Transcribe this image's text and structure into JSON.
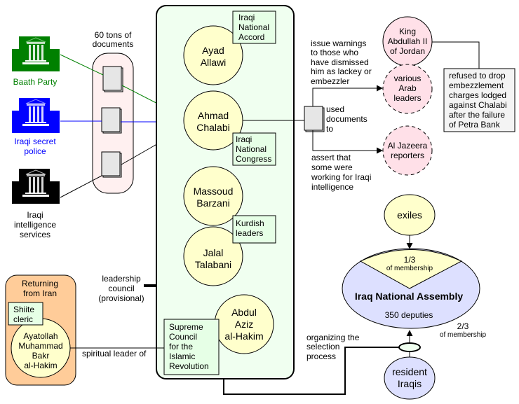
{
  "sources": {
    "documents_label": [
      "60 tons of",
      "documents"
    ],
    "baath": {
      "label": "Baath Party",
      "color": "#008000"
    },
    "secret_police": {
      "label": [
        "Iraqi secret",
        "police"
      ],
      "color": "#0000ff"
    },
    "intelligence": {
      "label": [
        "Iraqi",
        "intelligence",
        "services"
      ],
      "color": "#000000"
    }
  },
  "council": {
    "label": [
      "leadership",
      "council",
      "(provisional)"
    ],
    "members": {
      "allawi": {
        "name": [
          "Ayad",
          "Allawi"
        ],
        "org": [
          "Iraqi",
          "National",
          "Accord"
        ]
      },
      "chalabi": {
        "name": [
          "Ahmad",
          "Chalabi"
        ],
        "org": [
          "Iraqi",
          "National",
          "Congress"
        ]
      },
      "barzani": {
        "name": [
          "Massoud",
          "Barzani"
        ]
      },
      "talabani": {
        "name": [
          "Jalal",
          "Talabani"
        ]
      },
      "kurdish_org": [
        "Kurdish",
        "leaders"
      ],
      "hakim": {
        "name": [
          "Abdul",
          "Aziz",
          "al-Hakim"
        ],
        "org": [
          "Supreme",
          "Council",
          "for the",
          "Islamic",
          "Revolution"
        ]
      }
    }
  },
  "iran": {
    "title": [
      "Returning",
      "from Iran"
    ],
    "role": [
      "Shiite",
      "cleric"
    ],
    "name": [
      "Ayatollah",
      "Muhammad",
      "Bakr",
      "al-Hakim"
    ],
    "relation": "spiritual leader of"
  },
  "chalabi_actions": {
    "used_label": [
      "used",
      "documents",
      "to"
    ],
    "warn_label": [
      "issue warnings",
      "to those who",
      "have dismissed",
      "him as lackey or",
      "embezzler"
    ],
    "assert_label": [
      "assert that",
      "some were",
      "working for Iraqi",
      "intelligence"
    ],
    "targets": {
      "king": [
        "King",
        "Abdullah II",
        "of Jordan"
      ],
      "arab": [
        "various",
        "Arab",
        "leaders"
      ],
      "jazeera": [
        "Al Jazeera",
        "reporters"
      ]
    },
    "king_note": [
      "refused to drop",
      "embezzlement",
      "charges lodged",
      "against Chalabi",
      "after the failure",
      "of Petra Bank"
    ]
  },
  "assembly": {
    "exiles": "exiles",
    "exile_share": "1/3",
    "exile_share_sub": "of membership",
    "title": "Iraq National Assembly",
    "deputies": "350 deputies",
    "resident_share": "2/3",
    "resident_share_sub": "of membership",
    "residents": [
      "resident",
      "Iraqis"
    ],
    "selection_label": [
      "organizing the",
      "selection",
      "process"
    ]
  },
  "colors": {
    "council_bg": "#f0fff0",
    "person_fill": "#ffffcc",
    "org_fill": "#e6ffe6",
    "target_fill": "#ffe0e8",
    "doc_group_fill": "#fff0f0",
    "iran_fill": "#ffcc99",
    "assembly_fill": "#dde0ff"
  }
}
